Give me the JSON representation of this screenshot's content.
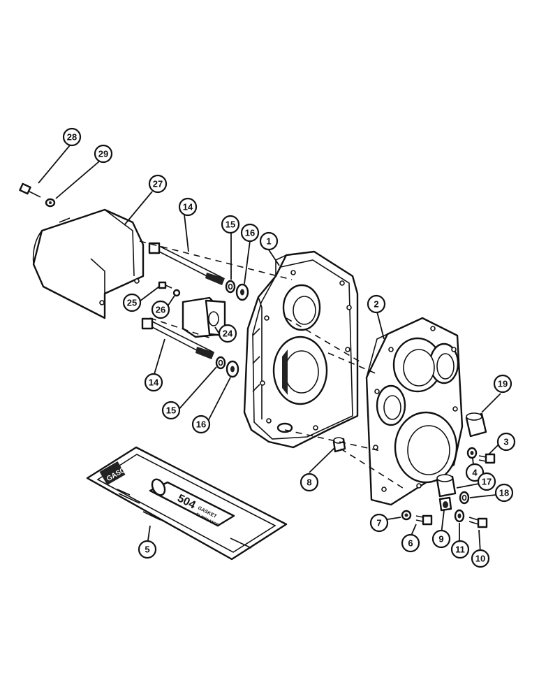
{
  "diagram": {
    "callouts": [
      {
        "label": "28"
      },
      {
        "label": "29"
      },
      {
        "label": "27"
      },
      {
        "label": "14"
      },
      {
        "label": "15"
      },
      {
        "label": "16"
      },
      {
        "label": "1"
      },
      {
        "label": "25"
      },
      {
        "label": "26"
      },
      {
        "label": "24"
      },
      {
        "label": "2"
      },
      {
        "label": "14"
      },
      {
        "label": "15"
      },
      {
        "label": "16"
      },
      {
        "label": "19"
      },
      {
        "label": "3"
      },
      {
        "label": "4"
      },
      {
        "label": "8"
      },
      {
        "label": "17"
      },
      {
        "label": "18"
      },
      {
        "label": "7"
      },
      {
        "label": "6"
      },
      {
        "label": "9"
      },
      {
        "label": "11"
      },
      {
        "label": "10"
      },
      {
        "label": "5"
      }
    ],
    "sealant_package": {
      "code": "GASC",
      "product_number": "504",
      "product_name": "GASKET",
      "product_subtitle": "ELIMINATOR"
    }
  }
}
